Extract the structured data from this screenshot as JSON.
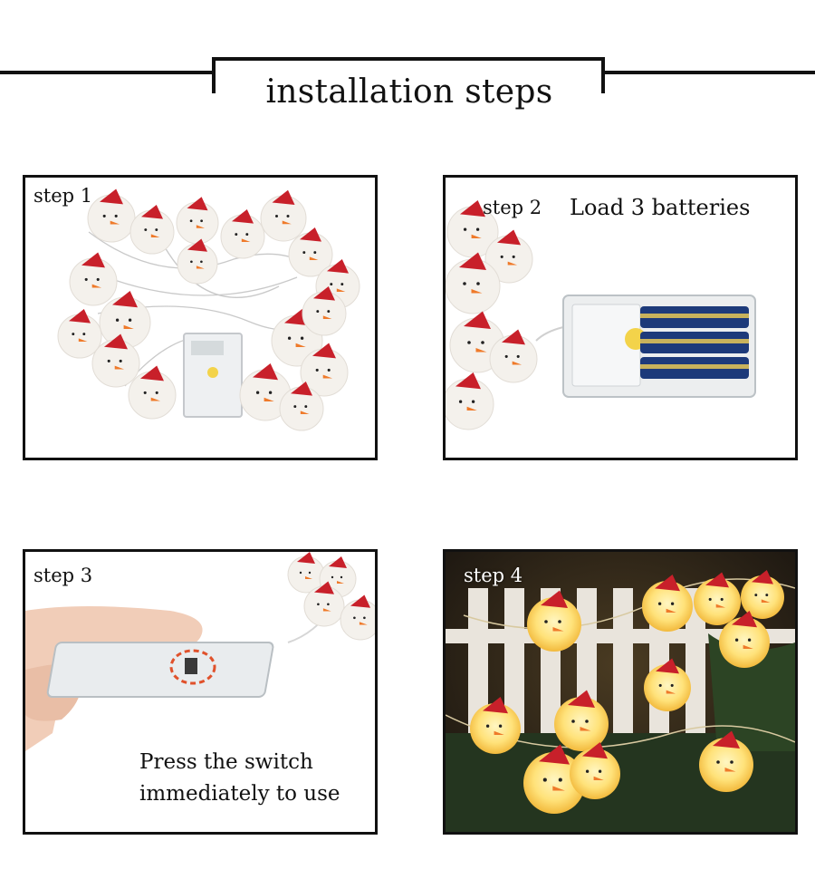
{
  "header": {
    "title": "installation steps"
  },
  "steps": [
    {
      "label": "step 1"
    },
    {
      "label": "step 2",
      "caption": "Load 3 batteries"
    },
    {
      "label": "step 3",
      "caption_lines": [
        "Press the switch",
        "immediately to use"
      ]
    },
    {
      "label": "step 4"
    }
  ],
  "colors": {
    "frame": "#111111",
    "snowman": "#f4f1ec",
    "hat": "#c8202a",
    "glow": "#ffd95a"
  }
}
